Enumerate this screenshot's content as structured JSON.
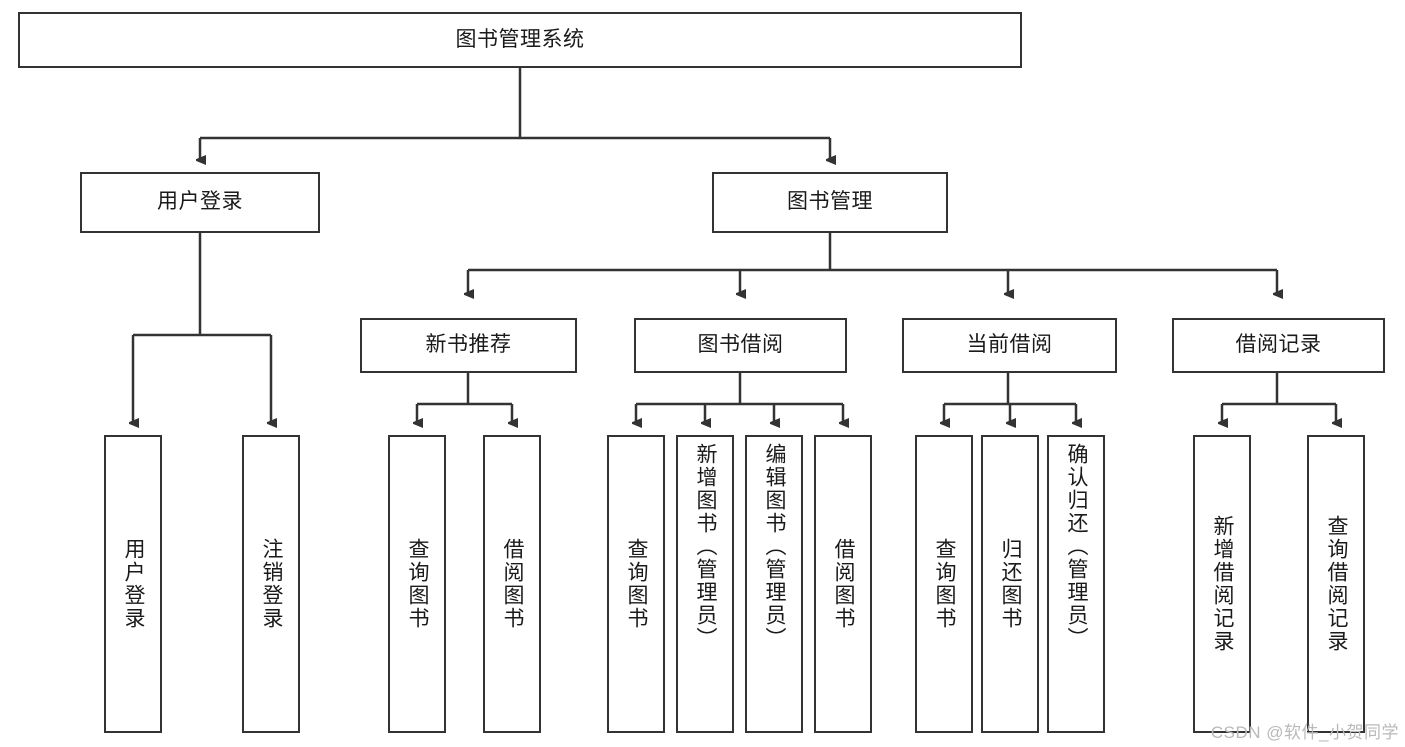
{
  "diagram": {
    "type": "tree-hierarchy-chart",
    "title_text": "图书管理系统",
    "watermark": "CSDN @软件_小贺同学",
    "colors": {
      "border": "#333333",
      "background": "#ffffff",
      "text": "#1a1a1a",
      "watermark": "#b9b9b9"
    },
    "root": {
      "label": "图书管理系统"
    },
    "level2": [
      {
        "label": "用户登录"
      },
      {
        "label": "图书管理"
      }
    ],
    "level3": [
      {
        "label": "新书推荐"
      },
      {
        "label": "图书借阅"
      },
      {
        "label": "当前借阅"
      },
      {
        "label": "借阅记录"
      }
    ],
    "leaves": {
      "user_login": [
        {
          "label": "用户登录"
        },
        {
          "label": "注销登录"
        }
      ],
      "new_book_recommend": [
        {
          "label": "查询图书"
        },
        {
          "label": "借阅图书"
        }
      ],
      "book_borrow": [
        {
          "label": "查询图书"
        },
        {
          "label": "新增图书（管理员）"
        },
        {
          "label": "编辑图书（管理员）"
        },
        {
          "label": "借阅图书"
        }
      ],
      "current_borrow": [
        {
          "label": "查询图书"
        },
        {
          "label": "归还图书"
        },
        {
          "label": "确认归还（管理员）"
        }
      ],
      "borrow_record": [
        {
          "label": "新增借阅记录"
        },
        {
          "label": "查询借阅记录"
        }
      ]
    }
  }
}
